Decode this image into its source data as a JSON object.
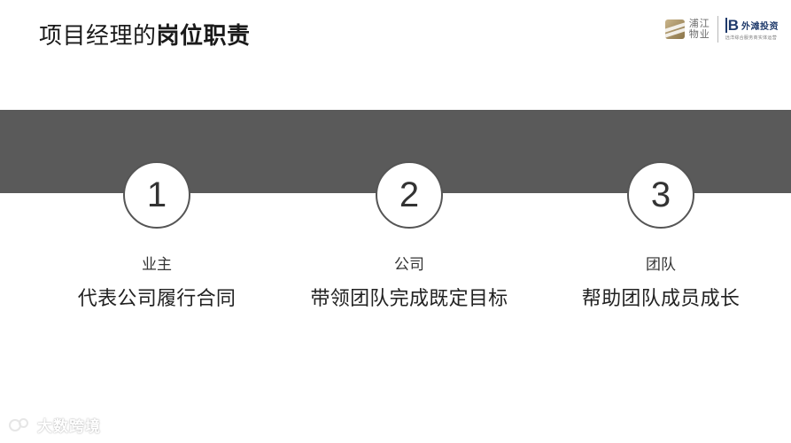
{
  "header": {
    "title_normal": "项目经理的",
    "title_bold": "岗位职责"
  },
  "logos": {
    "logo1_line1": "浦江",
    "logo1_line2": "物业",
    "logo2_mark": "B",
    "logo2_name": "外滩投资",
    "logo2_sub": "远洋综合服务商实体运营"
  },
  "steps": [
    {
      "number": "1",
      "label": "业主",
      "description": "代表公司履行合同"
    },
    {
      "number": "2",
      "label": "公司",
      "description": "带领团队完成既定目标"
    },
    {
      "number": "3",
      "label": "团队",
      "description": "帮助团队成员成长"
    }
  ],
  "watermark": {
    "text": "大数跨境"
  },
  "colors": {
    "band": "#5a5a5a",
    "circle_border": "#555555"
  }
}
